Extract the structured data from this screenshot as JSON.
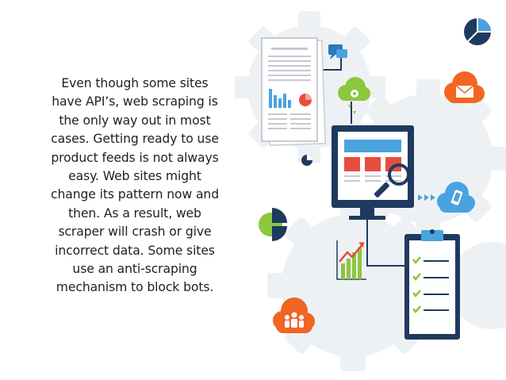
{
  "slide": {
    "body_lines": [
      "Even though some sites",
      "have API’s, web scraping is",
      "the only way out in most",
      "cases. Getting ready to use",
      "product feeds is not always",
      "easy. Web sites might",
      "change its pattern now and",
      "then. As a result, web",
      "scraper will crash or give",
      "incorrect data. Some sites",
      "use an anti-scraping",
      "mechanism to block bots."
    ]
  },
  "illustration": {
    "icons": [
      "gear-background",
      "document-report-icon",
      "chat-bubbles-icon",
      "pie-chart-icon",
      "email-cloud-icon",
      "cloud-gear-icon",
      "monitor-with-magnifier-icon",
      "mobile-cloud-icon",
      "growth-chart-icon",
      "clipboard-checklist-icon",
      "people-cloud-icon"
    ],
    "colors": {
      "navy": "#1f3a5f",
      "blue": "#2b7ab8",
      "light_blue": "#4aa3df",
      "green": "#8dc63f",
      "orange": "#f26522",
      "red": "#e84c3d",
      "gear": "#eef1f4"
    }
  }
}
